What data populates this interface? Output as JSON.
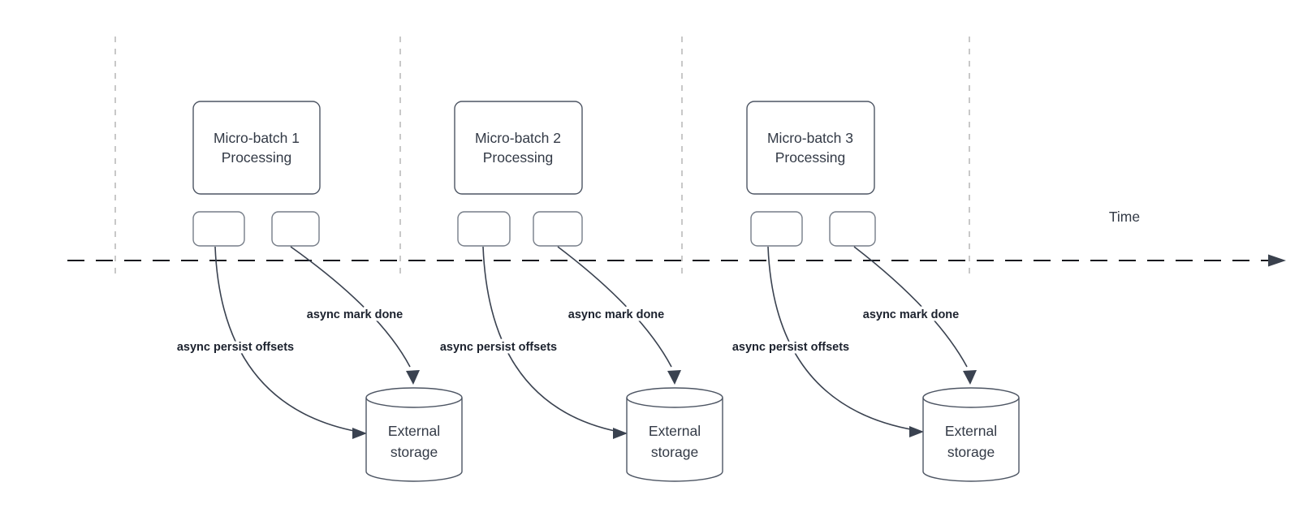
{
  "diagram": {
    "time_label": "Time",
    "sections": [
      {
        "title_line1": "Micro-batch 1",
        "title_line2": "Processing",
        "persist_label": "async persist offsets",
        "done_label": "async mark done",
        "storage_line1": "External",
        "storage_line2": "storage"
      },
      {
        "title_line1": "Micro-batch 2",
        "title_line2": "Processing",
        "persist_label": "async persist offsets",
        "done_label": "async mark done",
        "storage_line1": "External",
        "storage_line2": "storage"
      },
      {
        "title_line1": "Micro-batch 3",
        "title_line2": "Processing",
        "persist_label": "async persist offsets",
        "done_label": "async mark done",
        "storage_line1": "External",
        "storage_line2": "storage"
      }
    ]
  },
  "colors": {
    "background": "#ffffff",
    "box_stroke": "#4d5563",
    "small_box_stroke": "#767d88",
    "arrow_stroke": "#3a4250",
    "label_ink": "#1c222e",
    "text_ink": "#333a46",
    "timeline_ink": "#16191e",
    "gridline": "#b0b0b0"
  }
}
